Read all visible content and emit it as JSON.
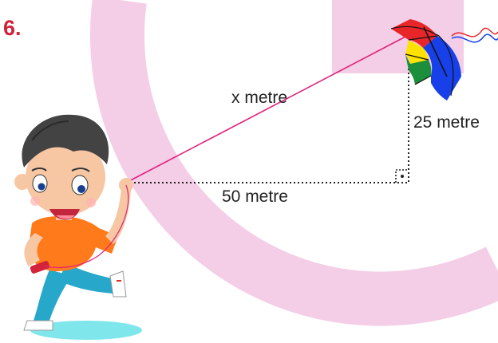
{
  "question_number": "6.",
  "labels": {
    "hypotenuse": "x metre",
    "height": "25 metre",
    "base": "50 metre"
  },
  "colors": {
    "question_number": "#d2233b",
    "watermark": "#f4cde6",
    "string": "#e0237a",
    "kite": [
      "#e8262a",
      "#ffe200",
      "#1c8f3c",
      "#1740e8"
    ],
    "shirt": "#ff7a1a",
    "pants": "#27a7c9",
    "shadow": "#7fe6ec"
  },
  "icons": [
    "boy-figure",
    "kite-icon",
    "right-angle-marker"
  ]
}
